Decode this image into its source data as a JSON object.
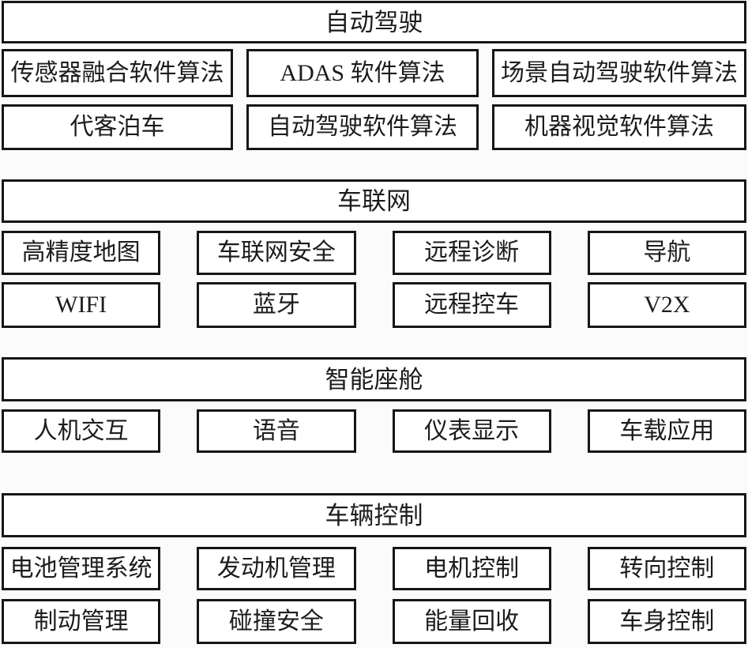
{
  "colors": {
    "page_background": "#fbfbfb",
    "box_background": "#ffffff",
    "border": "#161616",
    "text": "#1c1c1c"
  },
  "sections": [
    {
      "title": "自动驾驶",
      "columns": 3,
      "rows": [
        [
          "传感器融合软件算法",
          "ADAS 软件算法",
          "场景自动驾驶软件算法"
        ],
        [
          "代客泊车",
          "自动驾驶软件算法",
          "机器视觉软件算法"
        ]
      ]
    },
    {
      "title": "车联网",
      "columns": 4,
      "rows": [
        [
          "高精度地图",
          "车联网安全",
          "远程诊断",
          "导航"
        ],
        [
          "WIFI",
          "蓝牙",
          "远程控车",
          "V2X"
        ]
      ]
    },
    {
      "title": "智能座舱",
      "columns": 4,
      "rows": [
        [
          "人机交互",
          "语音",
          "仪表显示",
          "车载应用"
        ]
      ]
    },
    {
      "title": "车辆控制",
      "columns": 4,
      "rows": [
        [
          "电池管理系统",
          "发动机管理",
          "电机控制",
          "转向控制"
        ],
        [
          "制动管理",
          "碰撞安全",
          "能量回收",
          "车身控制"
        ]
      ]
    }
  ]
}
